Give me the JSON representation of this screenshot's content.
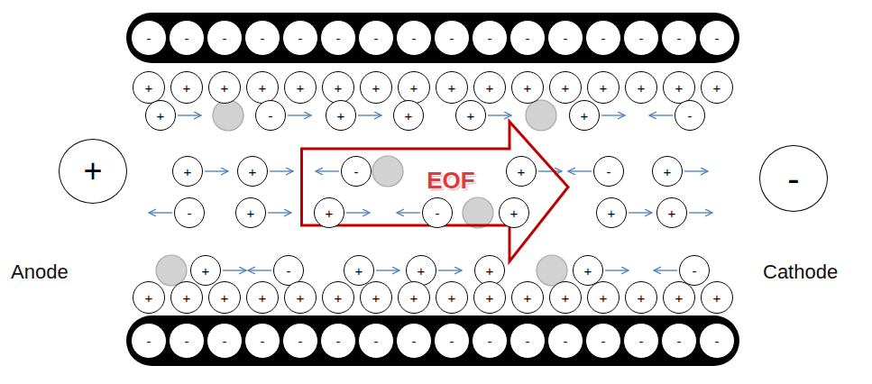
{
  "diagram": {
    "nodes": [
      {
        "text": [
          "-"
        ]
      },
      {
        "text": [
          "-"
        ]
      },
      {
        "text": [
          "-"
        ]
      },
      {
        "text": [
          "-"
        ]
      },
      {
        "text": [
          "-"
        ]
      },
      {
        "text": [
          "-"
        ]
      },
      {
        "text": [
          "-"
        ]
      },
      {
        "text": [
          "-"
        ]
      },
      {
        "text": [
          "-"
        ]
      },
      {
        "text": [
          "-"
        ]
      },
      {
        "text": [
          "-"
        ]
      },
      {
        "text": [
          "-"
        ]
      },
      {
        "text": [
          "-"
        ]
      },
      {
        "text": [
          "-"
        ]
      },
      {
        "text": [
          "-"
        ]
      },
      {
        "text": [
          "-"
        ]
      },
      {
        "text": [
          "+"
        ]
      },
      {
        "text": [
          "+"
        ]
      },
      {
        "text": [
          "+"
        ]
      },
      {
        "text": [
          "+"
        ]
      },
      {
        "text": [
          "+"
        ]
      },
      {
        "text": [
          "+"
        ]
      },
      {
        "text": [
          "+"
        ]
      },
      {
        "text": [
          "+"
        ]
      },
      {
        "text": [
          "+"
        ]
      },
      {
        "text": [
          "+"
        ]
      },
      {
        "text": [
          "+"
        ]
      },
      {
        "text": [
          "+"
        ]
      },
      {
        "text": [
          "+"
        ]
      },
      {
        "text": [
          "+"
        ]
      },
      {
        "text": [
          "+"
        ]
      },
      {
        "text": [
          "+"
        ]
      },
      {
        "text": [
          "+"
        ]
      },
      {
        "text": [
          "-"
        ]
      },
      {
        "text": [
          "+"
        ]
      },
      {
        "text": [
          "+"
        ]
      },
      {
        "text": [
          "+"
        ]
      },
      {
        "text": [
          "+"
        ]
      },
      {
        "text": [
          "-"
        ]
      },
      {
        "text": [
          "+"
        ]
      },
      {
        "text": [
          "+"
        ]
      },
      {
        "text": [
          "+"
        ]
      },
      {
        "text": [
          "-"
        ]
      },
      {
        "text": [
          "+"
        ]
      },
      {
        "text": [
          "-"
        ]
      },
      {
        "text": [
          "+"
        ]
      },
      {
        "text": [
          "EOF"
        ]
      },
      {
        "text": [
          "-"
        ]
      },
      {
        "text": [
          "+"
        ]
      },
      {
        "text": [
          "+"
        ]
      },
      {
        "text": [
          "-"
        ]
      },
      {
        "text": [
          "+"
        ]
      },
      {
        "text": [
          "+"
        ]
      },
      {
        "text": [
          "+"
        ]
      },
      {
        "text": [
          "-"
        ]
      },
      {
        "text": [
          "+"
        ]
      },
      {
        "text": [
          "-"
        ]
      },
      {
        "text": [
          "+"
        ]
      },
      {
        "text": [
          "+"
        ]
      },
      {
        "text": [
          "+"
        ]
      },
      {
        "text": [
          "+"
        ]
      },
      {
        "text": [
          "-"
        ]
      },
      {
        "text": [
          "+"
        ]
      },
      {
        "text": [
          "+"
        ]
      },
      {
        "text": [
          "+"
        ]
      },
      {
        "text": [
          "+"
        ]
      },
      {
        "text": [
          "+"
        ]
      },
      {
        "text": [
          "+"
        ]
      },
      {
        "text": [
          "+"
        ]
      },
      {
        "text": [
          "+"
        ]
      },
      {
        "text": [
          "+"
        ]
      },
      {
        "text": [
          "+"
        ]
      },
      {
        "text": [
          "+"
        ]
      },
      {
        "text": [
          "+"
        ]
      },
      {
        "text": [
          "+"
        ]
      },
      {
        "text": [
          "+"
        ]
      },
      {
        "text": [
          "+"
        ]
      },
      {
        "text": [
          "+"
        ]
      },
      {
        "text": [
          "-"
        ]
      },
      {
        "text": [
          "-"
        ]
      },
      {
        "text": [
          "-"
        ]
      },
      {
        "text": [
          "-"
        ]
      },
      {
        "text": [
          "-"
        ]
      },
      {
        "text": [
          "-"
        ]
      },
      {
        "text": [
          "-"
        ]
      },
      {
        "text": [
          "-"
        ]
      },
      {
        "text": [
          "-"
        ]
      },
      {
        "text": [
          "-"
        ]
      },
      {
        "text": [
          "-"
        ]
      },
      {
        "text": [
          "-"
        ]
      },
      {
        "text": [
          "-"
        ]
      },
      {
        "text": [
          "-"
        ]
      },
      {
        "text": [
          "-"
        ]
      },
      {
        "text": [
          "-"
        ]
      }
    ],
    "labels": [
      "Anode",
      "Cathode"
    ]
  }
}
